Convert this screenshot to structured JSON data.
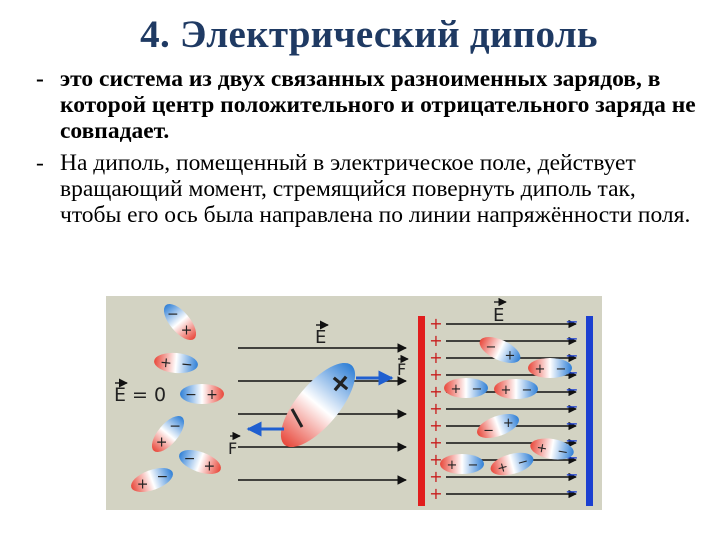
{
  "title": "4. Электрический диполь",
  "bullets": [
    {
      "marker": "-",
      "text": "это система из двух связанных разноименных зарядов, в которой центр положительного и отрицательного заряда не совпадает."
    },
    {
      "marker": "-",
      "text": "На диполь, помещенный в электрическое поле, действует вращающий момент, стремящийся повернуть диполь так, чтобы его ось была направлена по линии напряжённости поля."
    }
  ],
  "figure": {
    "background_color": "#d3d3c3",
    "positive_color": "#e8473a",
    "negative_color": "#2f7fd6",
    "plate_positive_color": "#e11d1d",
    "plate_negative_color": "#1b3fd0",
    "labels": {
      "e_zero": "E = 0",
      "e_field_1": "E",
      "force_right": "F",
      "force_left": "F",
      "e_field_2": "E",
      "plus": "+",
      "minus": "−"
    }
  }
}
